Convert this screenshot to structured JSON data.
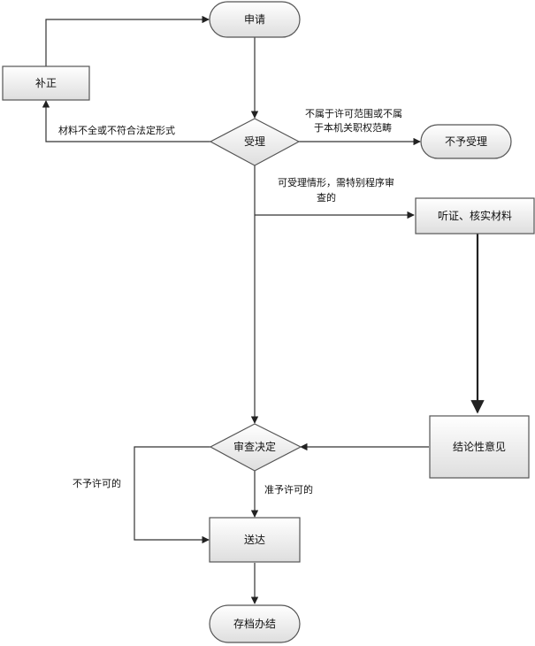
{
  "nodes": {
    "apply": "申请",
    "supplement": "补正",
    "accept": "受理",
    "not_accepted": "不予受理",
    "hearing": "听证、核实材料",
    "opinion": "结论性意见",
    "decision": "审查决定",
    "delivery": "送达",
    "archive": "存档办结"
  },
  "edges": {
    "incomplete": "材料不全或不符合法定形式",
    "out_of_scope_line1": "不属于许可范围或不属",
    "out_of_scope_line2": "于本机关职权范畴",
    "special_line1": "可受理情形，需特别程序审",
    "special_line2": "查的",
    "not_permitted": "不予许可的",
    "permitted": "准予许可的"
  }
}
